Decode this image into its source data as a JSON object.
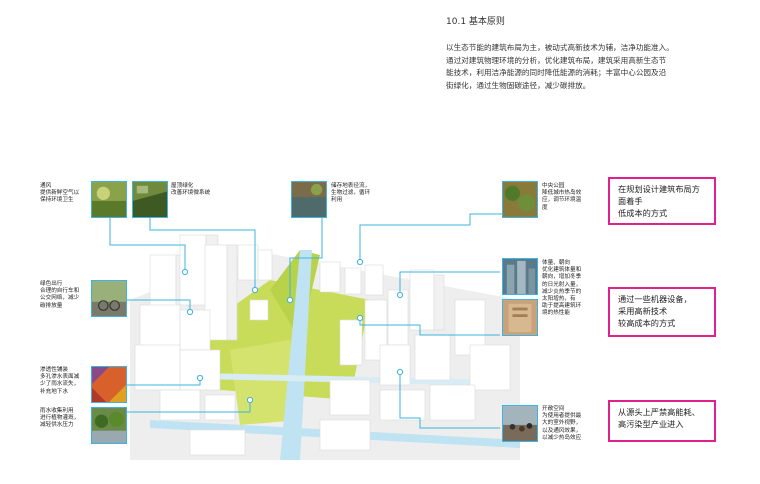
{
  "section": {
    "heading": "10.1  基本原则",
    "paragraph": [
      "以生态节能的建筑布局为主，被动式高新技术为辅，洁净功能准入。",
      "通过对建筑物理环境的分析，优化建筑布局，建筑采用高新生态节",
      "能技术，利用洁净能源的同时降低能源的消耗；丰富中心公园及沿",
      "街绿化，通过生物固碳途径，减少碳排放。"
    ]
  },
  "captions": {
    "ventilation": [
      "通风",
      "提供新鲜空气以",
      "保持环境卫生"
    ],
    "roof_green": [
      "屋顶绿化",
      "改善环境微系统"
    ],
    "storage": [
      "储存地表径流，",
      "生物过滤，循环",
      "利用"
    ],
    "central_park": [
      "中央公园",
      "降低城市热岛效",
      "应，调节环境温",
      "度"
    ],
    "green_travel": [
      "绿色出行",
      "合理的自行车和",
      "公交网络，减少",
      "碳排放量"
    ],
    "volume": [
      "体量、朝向",
      "优化建筑体量和",
      "朝向，增加冬季",
      "的日光射入量，",
      "减少炎热季节的",
      "太阳增热，有",
      "助于提高建筑环",
      "境的热性能"
    ],
    "permeable": [
      "渗透性铺装",
      "多孔渗水表面减",
      "少了雨水流失，",
      "补充地下水"
    ],
    "rainwater": [
      "雨水收集利用",
      "进行植物灌溉，",
      "减轻供水压力"
    ],
    "open_space": [
      "开敞空间",
      "为使用者提供最",
      "大的室外视野，",
      "以及通风效果，",
      "以减少热岛效应"
    ]
  },
  "boxes": {
    "box1": [
      "在规划设计建筑布局方",
      "面着手",
      "低成本的方式"
    ],
    "box2": [
      "通过一些机器设备，",
      "采用高新技术",
      "较高成本的方式"
    ],
    "box3": [
      "从源头上严禁高能耗、",
      "高污染型产业进入"
    ]
  },
  "colors": {
    "callout_line": "#3bb4e0",
    "highlight_border": "#e0208c",
    "green_space": "#c9dc5a"
  }
}
